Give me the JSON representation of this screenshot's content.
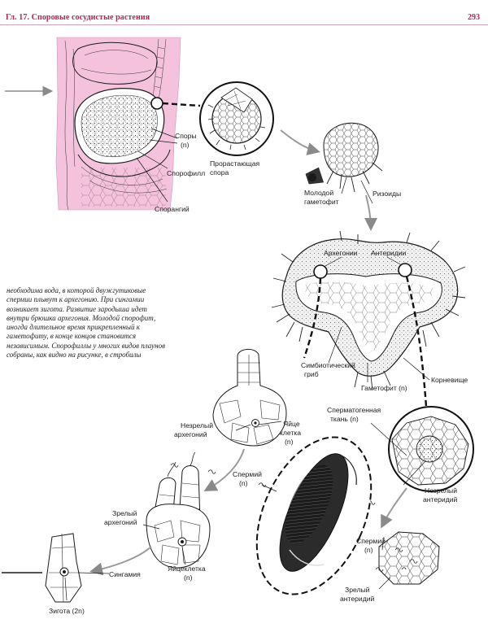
{
  "header": {
    "chapter_title": "Гл. 17. Споровые сосудистые растения",
    "page_number": "293"
  },
  "caption": "необходима вода, в которой двужгутиковые спермии плывут к архегонию. При сингамии возникает зигота. Развитие зародыша идет внутри брюшка архегония. Молодой спорофит, иногда длительное время прикрепленный к гаметофиту, в конце концов становится независимым. Спорофиллы у многих видов плаунов собраны, как видно на рисунке, в стробилы",
  "labels": {
    "spores": "Споры",
    "spores_ploidy": "(n)",
    "germinating_spore_1": "Прорастающая",
    "germinating_spore_2": "спора",
    "sporophyll": "Спорофилл",
    "sporangium": "Спорангий",
    "young_gametophyte_1": "Молодой",
    "young_gametophyte_2": "гаметофит",
    "rhizoids": "Ризоиды",
    "archegonia": "Архегонии",
    "antheridia": "Антеридии",
    "symbiotic_fungus_1": "Симбиотический",
    "symbiotic_fungus_2": "гриб",
    "gametophyte": "Гаметофит (n)",
    "rhizome": "Корневище",
    "immature_archegonium_1": "Незрелый",
    "immature_archegonium_2": "архегоний",
    "egg_cell_1": "Яйце",
    "egg_cell_2": "клетка",
    "egg_cell_ploidy": "(n)",
    "spermatogenous_tissue_1": "Сперматогенная",
    "spermatogenous_tissue_2": "ткань (n)",
    "sperm_1": "Спермий",
    "sperm_1_ploidy": "(n)",
    "immature_antheridium_1": "Незрелый",
    "immature_antheridium_2": "антеридий",
    "mature_archegonium_1": "Зрелый",
    "mature_archegonium_2": "архегоний",
    "syngamy": "Сингамия",
    "egg_cell_full": "Яйцеклетка",
    "egg_cell_full_ploidy": "(n)",
    "sperm_2": "Спермий",
    "sperm_2_ploidy": "(n)",
    "mature_antheridium_1": "Зрелый",
    "mature_antheridium_2": "антеридий",
    "zygote": "Зигота (2n)"
  },
  "colors": {
    "header_text": "#b3244f",
    "sporophyll_fill": "#f5c2dd"
  }
}
